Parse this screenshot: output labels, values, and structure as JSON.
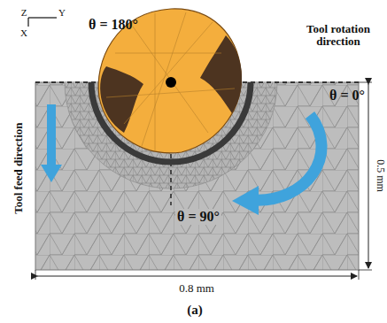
{
  "diagram": {
    "labels": [
      "Z",
      "Y",
      "X",
      "θ = 180°",
      "Tool rotation direction",
      "θ = 0°",
      "θ = 90°",
      "Tool feed direction",
      "0.5 mm",
      "0.8 mm",
      "(a)"
    ]
  }
}
